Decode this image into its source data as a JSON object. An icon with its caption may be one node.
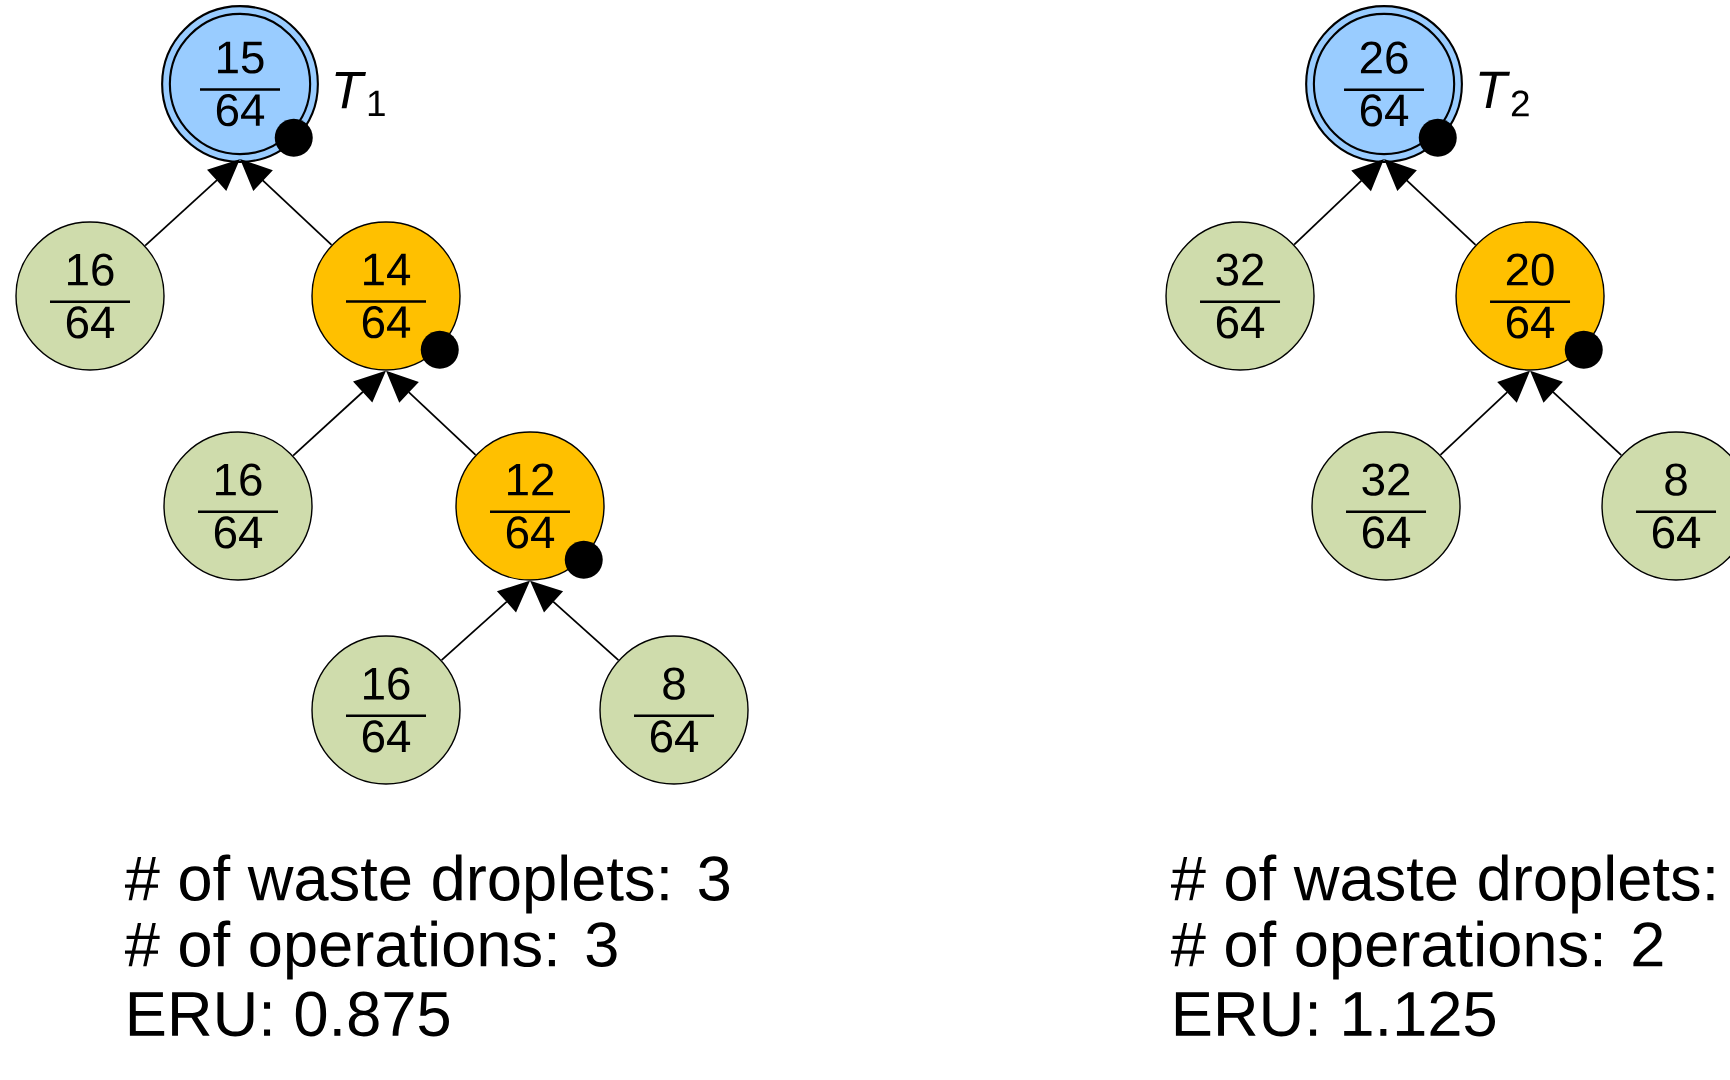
{
  "diagram": {
    "nodes": [
      {
        "text": [
          "15",
          "64"
        ],
        "beside": [
          "*T*$_{1}$"
        ]
      },
      {
        "text": [
          "16",
          "64"
        ]
      },
      {
        "text": [
          "14",
          "64"
        ]
      },
      {
        "text": [
          "16",
          "64"
        ]
      },
      {
        "text": [
          "12",
          "64"
        ]
      },
      {
        "text": [
          "16",
          "64"
        ]
      },
      {
        "text": [
          "8",
          "64"
        ]
      },
      {
        "text": [
          "26",
          "64"
        ],
        "beside": [
          "*T*$_{2}$"
        ]
      },
      {
        "text": [
          "32",
          "64"
        ]
      },
      {
        "text": [
          "20",
          "64"
        ]
      },
      {
        "text": [
          "32",
          "64"
        ]
      },
      {
        "text": [
          "8",
          "64"
        ]
      }
    ],
    "edges": [
      {
        "from": 1,
        "to": 0,
        "arrow": "to"
      },
      {
        "from": 2,
        "to": 0,
        "arrow": "to"
      },
      {
        "from": 3,
        "to": 2,
        "arrow": "to"
      },
      {
        "from": 4,
        "to": 2,
        "arrow": "to"
      },
      {
        "from": 5,
        "to": 4,
        "arrow": "to"
      },
      {
        "from": 6,
        "to": 4,
        "arrow": "to"
      },
      {
        "from": 8,
        "to": 7,
        "arrow": "to"
      },
      {
        "from": 9,
        "to": 7,
        "arrow": "to"
      },
      {
        "from": 10,
        "to": 9,
        "arrow": "to"
      },
      {
        "from": 11,
        "to": 9,
        "arrow": "to"
      }
    ],
    "labels": [
      "# of waste droplets: 3",
      "# of waste droplets:",
      "# of operations: 3",
      "# of operations: 2",
      "ERU: 0.875",
      "ERU: 1.125"
    ]
  }
}
